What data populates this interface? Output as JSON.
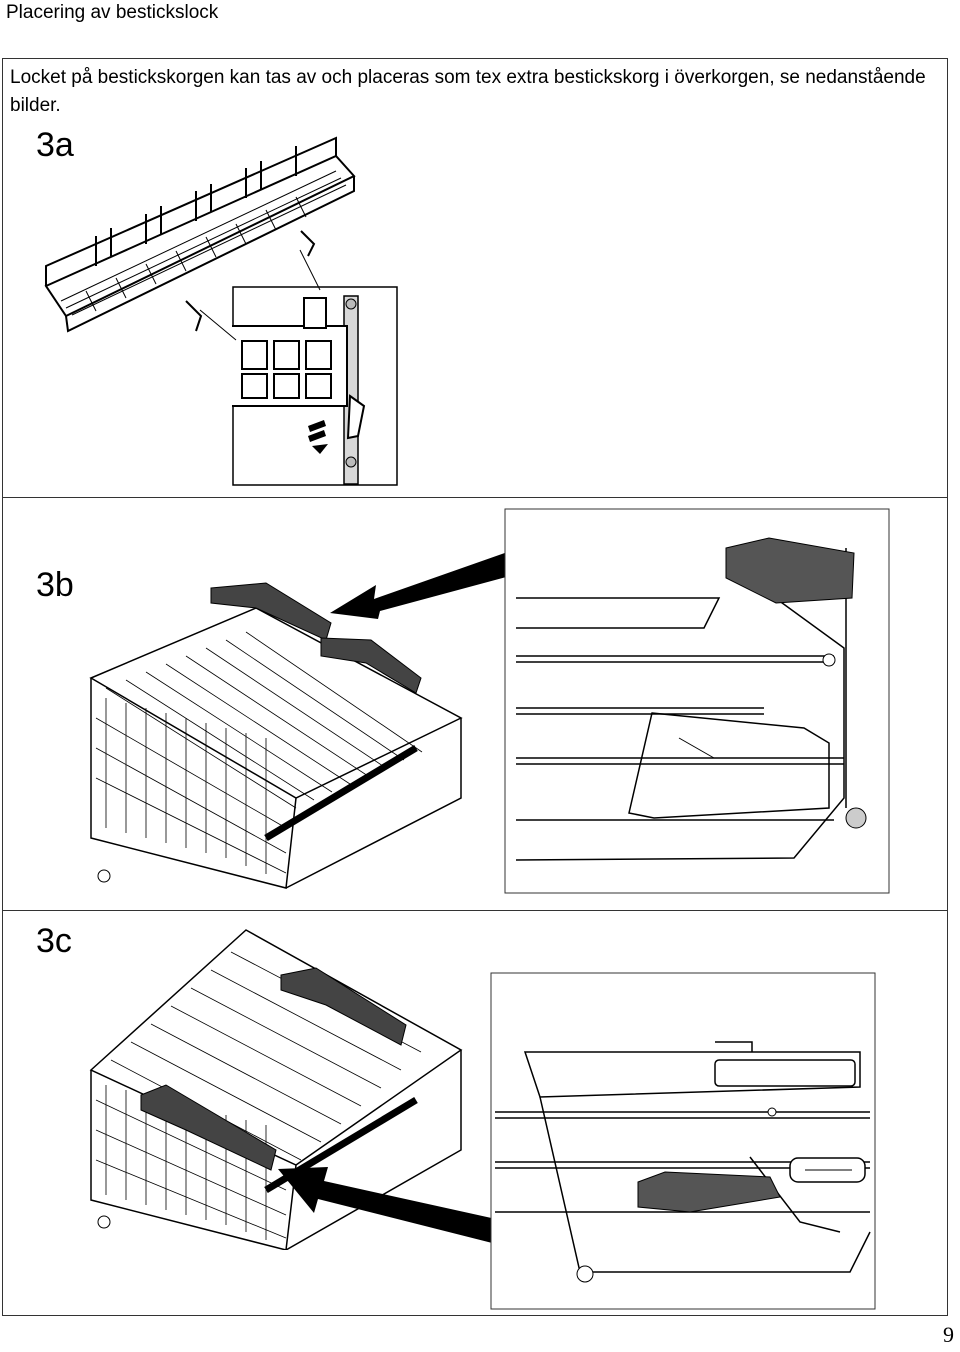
{
  "header": {
    "title": "Placering av bestickslock"
  },
  "intro": {
    "text": "Locket på bestickskorgen kan tas av och placeras som tex extra bestickskorg i överkorgen, se nedanstående bilder."
  },
  "steps": [
    {
      "label": "3a"
    },
    {
      "label": "3b"
    },
    {
      "label": "3c"
    }
  ],
  "footer": {
    "page_number": "9"
  }
}
